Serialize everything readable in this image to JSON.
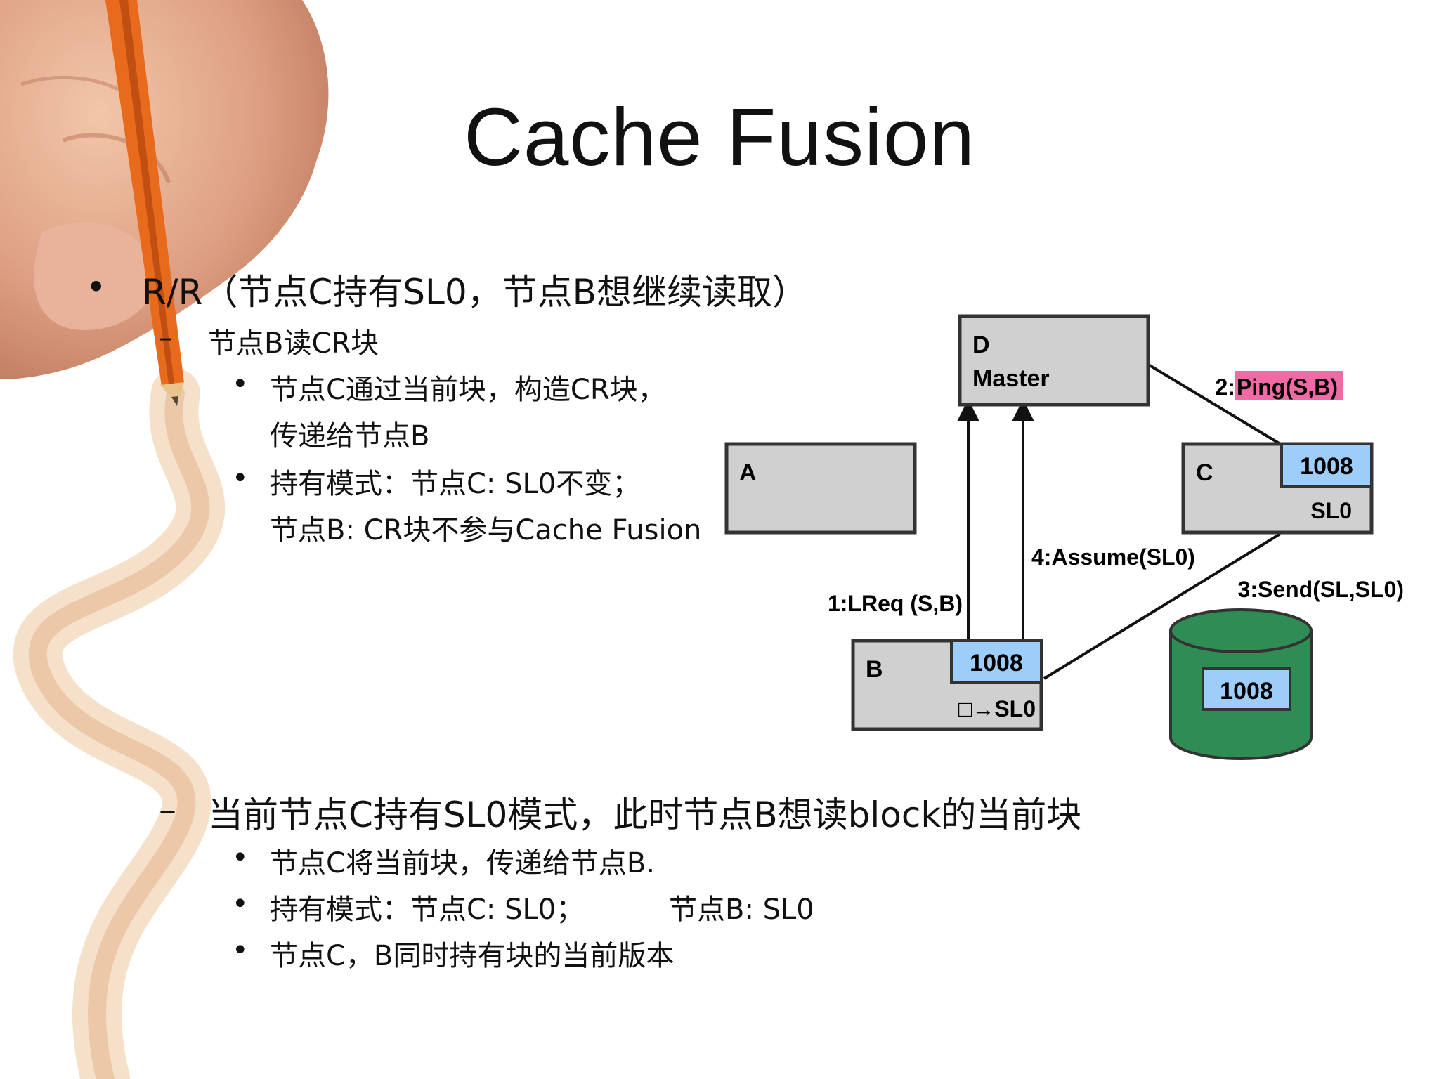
{
  "title": "Cache Fusion",
  "bullets": {
    "l1_marker": "•",
    "l1_text": "R/R（节点C持有SL0，节点B想继续读取）",
    "sub1_marker": "–",
    "sub1_text": "节点B读CR块",
    "sub1_items": [
      "节点C通过当前块，构造CR块，",
      "传递给节点B",
      "持有模式：节点C: SL0不变；",
      "节点B: CR块不参与Cache Fusion"
    ],
    "sub2_marker": "–",
    "sub2_text": "当前节点C持有SL0模式，此时节点B想读block的当前块",
    "sub2_items": [
      "节点C将当前块，传递给节点B.",
      "持有模式：节点C: SL0；",
      "节点B: SL0",
      "节点C，B同时持有块的当前版本"
    ],
    "dot": "•"
  },
  "diagram": {
    "node_d_letter": "D",
    "node_d_label": "Master",
    "node_a_letter": "A",
    "node_c_letter": "C",
    "node_c_block": "1008",
    "node_c_mode": "SL0",
    "node_b_letter": "B",
    "node_b_block": "1008",
    "node_b_mode": "□→SL0",
    "disk_block": "1008",
    "msg_ping_prefix": "2:",
    "msg_ping": "Ping(S,B)",
    "msg_assume": "4:Assume(SL0)",
    "msg_send": "3:Send(SL,SL0)",
    "msg_lreq": "1:LReq (S,B)",
    "colors": {
      "node_fill": "#d0d0d0",
      "block_fill": "#9dcdf9",
      "disk_fill": "#2f8c55",
      "ping_highlight": "#f06aa6"
    }
  }
}
